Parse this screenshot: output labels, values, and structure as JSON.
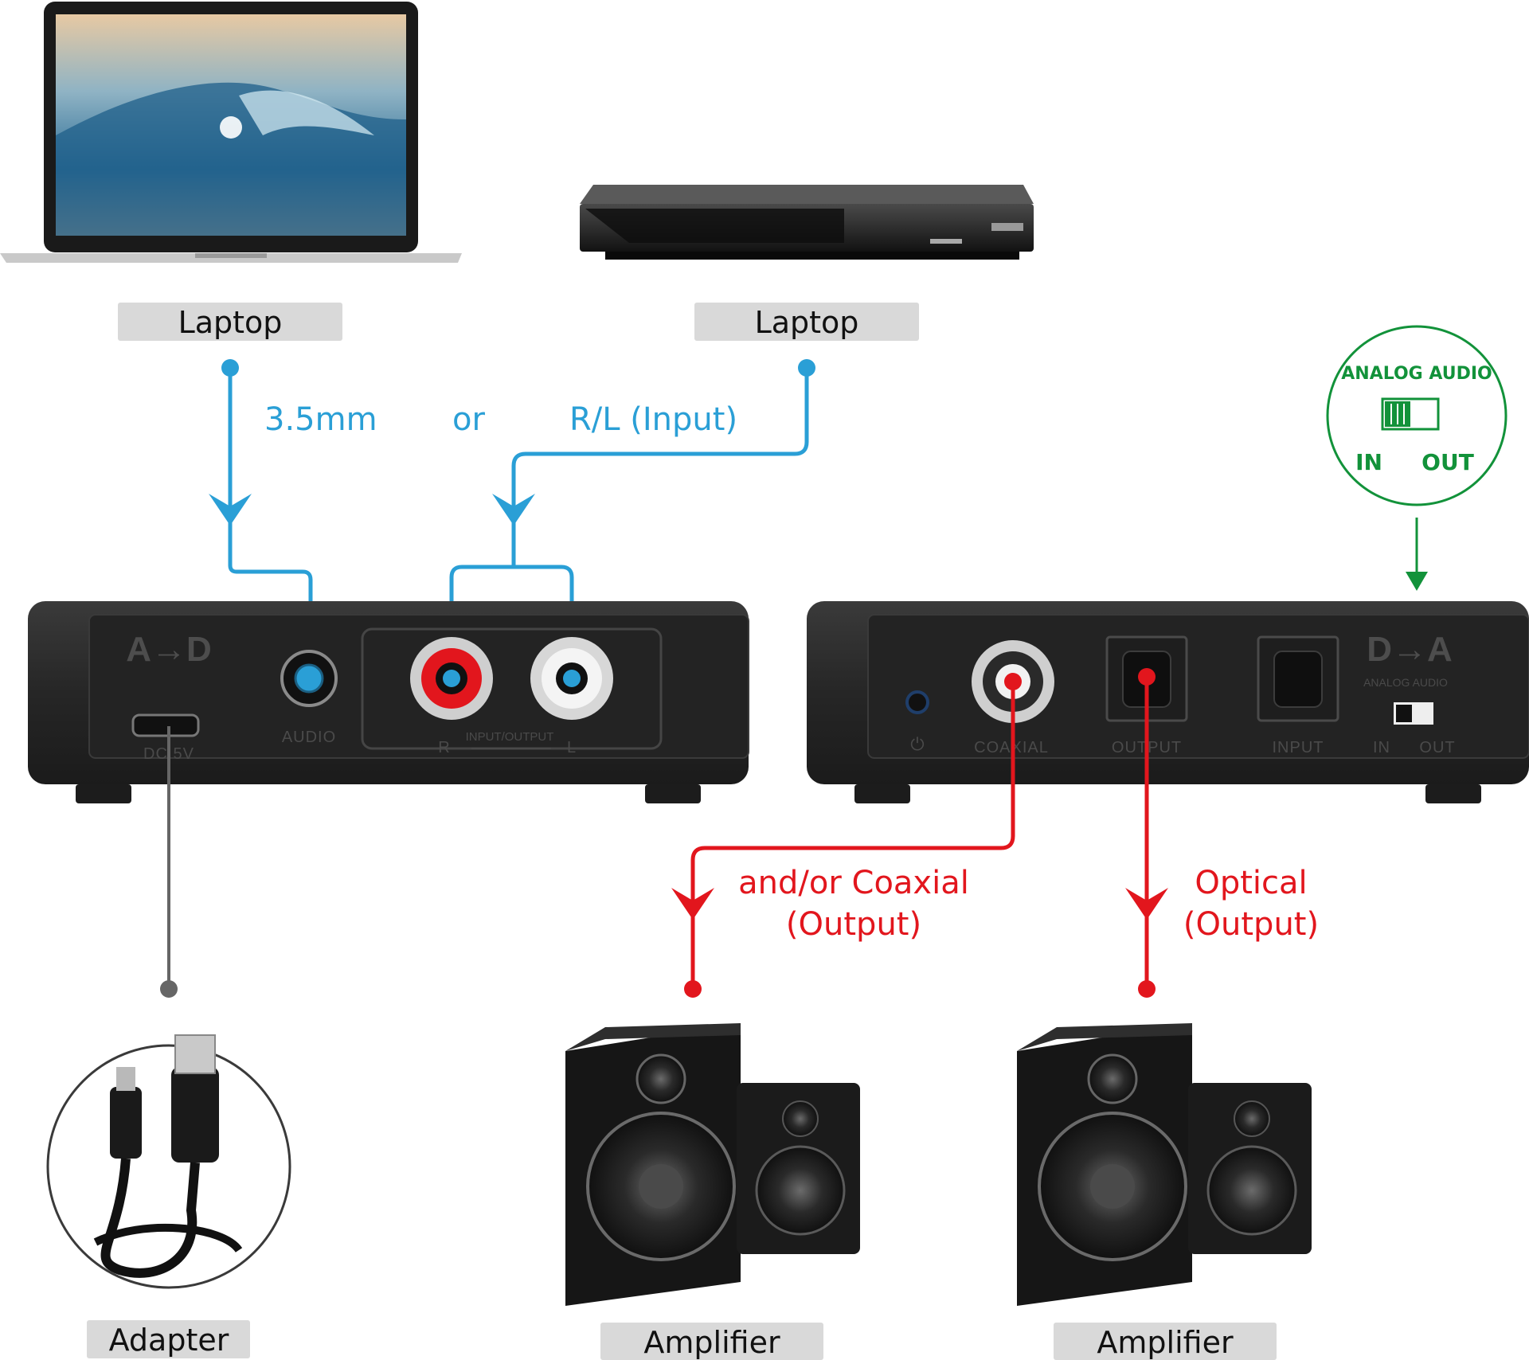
{
  "sources": {
    "left_label": "Laptop",
    "right_label": "Laptop"
  },
  "input_connections": {
    "jack_label": "3.5mm",
    "or_label": "or",
    "rca_label": "R/L (Input)"
  },
  "analog_switch": {
    "title": "ANALOG AUDIO",
    "in_label": "IN",
    "out_label": "OUT"
  },
  "adc_unit": {
    "logo": "A→D",
    "audio_port": "AUDIO",
    "power_port": "DC 5V",
    "rca_group": "INPUT/OUTPUT",
    "rca_right": "R",
    "rca_left": "L"
  },
  "dac_unit": {
    "logo": "D→A",
    "power_icon": "power-icon",
    "coaxial_port": "COAXIAL",
    "optical_output_port": "OUTPUT",
    "optical_input_port": "INPUT",
    "switch_label": "ANALOG AUDIO",
    "switch_in": "IN",
    "switch_out": "OUT"
  },
  "outputs": {
    "coaxial_line1": "and/or Coaxial",
    "coaxial_line2": "(Output)",
    "optical_line1": "Optical",
    "optical_line2": "(Output)"
  },
  "bottom_labels": {
    "adapter": "Adapter",
    "amplifier_left": "Amplifier",
    "amplifier_right": "Amplifier"
  },
  "colors": {
    "input_line": "#2a9fd6",
    "output_line": "#e2161d",
    "power_line": "#666666",
    "switch_green": "#12923a",
    "device_body": "#2b2b2b"
  }
}
